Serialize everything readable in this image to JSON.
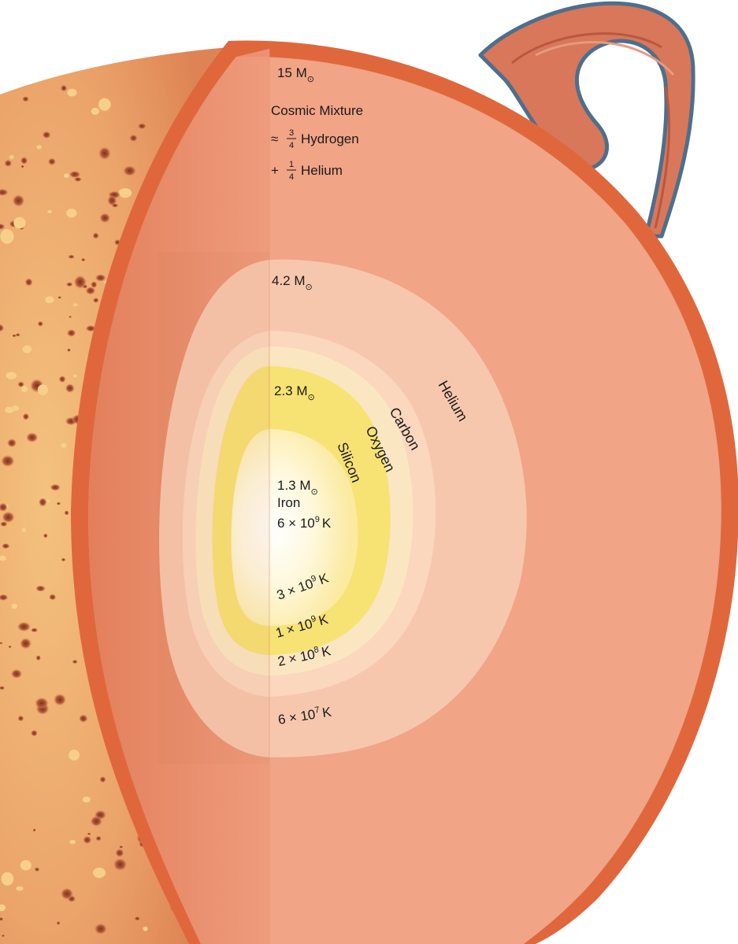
{
  "colors": {
    "outer_rim": "#e0673c",
    "envelope": "#f1a486",
    "envelope_left": "#e98d6e",
    "helium_shell": "#f7c7ad",
    "carbon_shell": "#fad7bd",
    "oxygen_shell": "#fbe6c2",
    "silicon_shell": "#f7e274",
    "iron_core": "#fffbea",
    "surface": "#e9a76d",
    "prominence": "#d8775a",
    "prominence_edge": "#4d6f8c"
  },
  "labels": {
    "mass_15": {
      "value": "15 M",
      "sub": "⊙"
    },
    "cosmic_mixture": "Cosmic Mixture",
    "hydrogen": {
      "prefix": "≈",
      "num": "3",
      "den": "4",
      "text": "Hydrogen"
    },
    "helium_frac": {
      "prefix": "+",
      "num": "1",
      "den": "4",
      "text": "Helium"
    },
    "mass_4_2": {
      "value": "4.2 M",
      "sub": "⊙"
    },
    "mass_2_3": {
      "value": "2.3 M",
      "sub": "⊙"
    },
    "mass_1_3": {
      "value": "1.3 M",
      "sub": "⊙"
    },
    "iron": "Iron",
    "temp_core": {
      "base": "6 × 10",
      "exp": "9",
      "unit": "K"
    },
    "temp_3e9": {
      "base": "3 × 10",
      "exp": "9",
      "unit": "K"
    },
    "temp_1e9": {
      "base": "1 × 10",
      "exp": "9",
      "unit": "K"
    },
    "temp_2e8": {
      "base": "2 × 10",
      "exp": "8",
      "unit": "K"
    },
    "temp_6e7": {
      "base": "6 × 10",
      "exp": "7",
      "unit": "K"
    }
  },
  "shells": {
    "helium": "Helium",
    "carbon": "Carbon",
    "oxygen": "Oxygen",
    "silicon": "Silicon"
  }
}
